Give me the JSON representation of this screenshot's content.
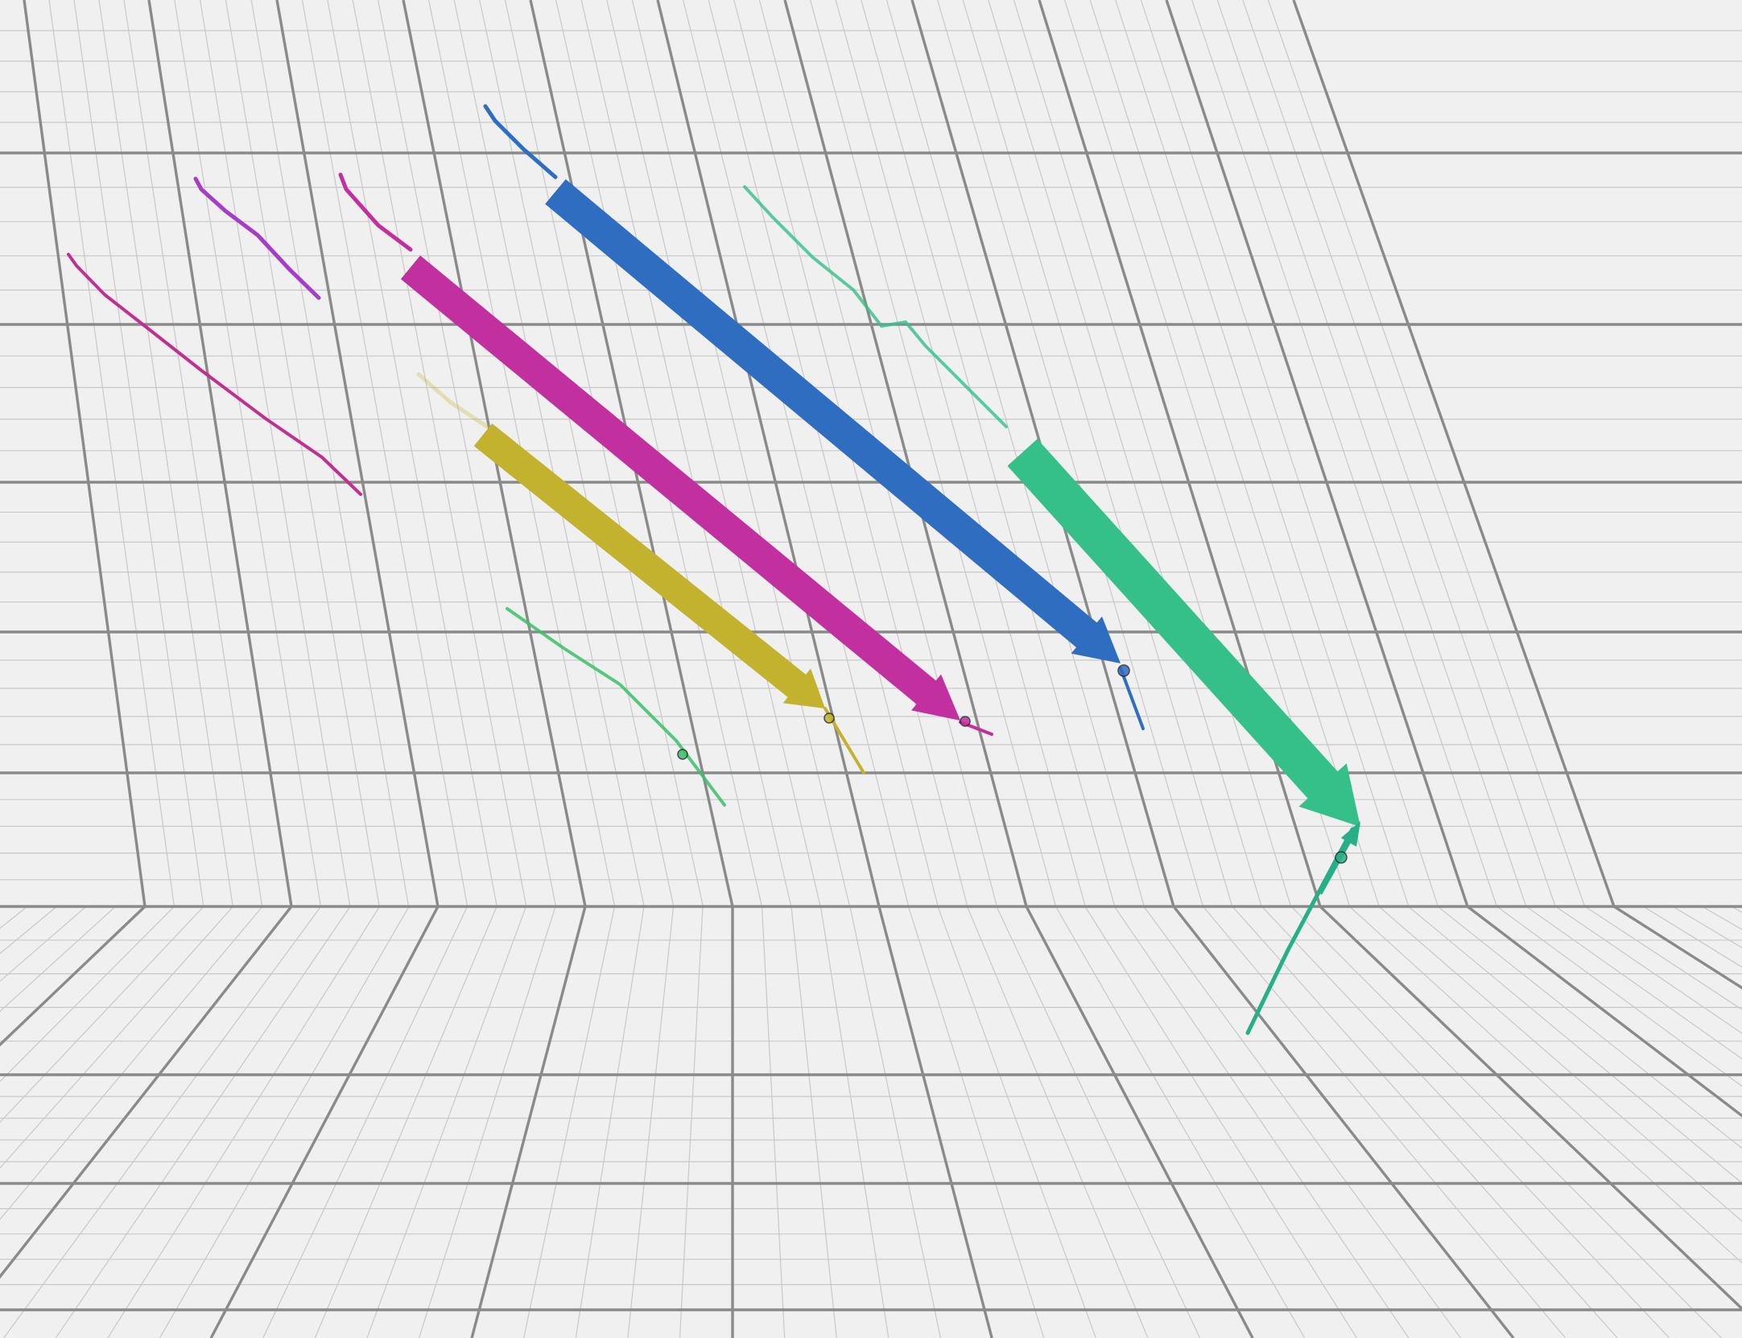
{
  "scene": {
    "background": "#f0f0f0",
    "grid_minor_color": "#c8c8c8",
    "grid_major_color": "#8a8a8a"
  },
  "trajectories": [
    {
      "id": "cyan-green",
      "color": "#34c088"
    },
    {
      "id": "blue",
      "color": "#2f6dc0"
    },
    {
      "id": "magenta",
      "color": "#c22f9e"
    },
    {
      "id": "olive",
      "color": "#c2b22d"
    },
    {
      "id": "purple",
      "color": "#a63cc8"
    },
    {
      "id": "magenta-thin",
      "color": "#c12f90"
    },
    {
      "id": "green-thin",
      "color": "#3bbf6a"
    },
    {
      "id": "teal-ground",
      "color": "#27b088"
    }
  ]
}
